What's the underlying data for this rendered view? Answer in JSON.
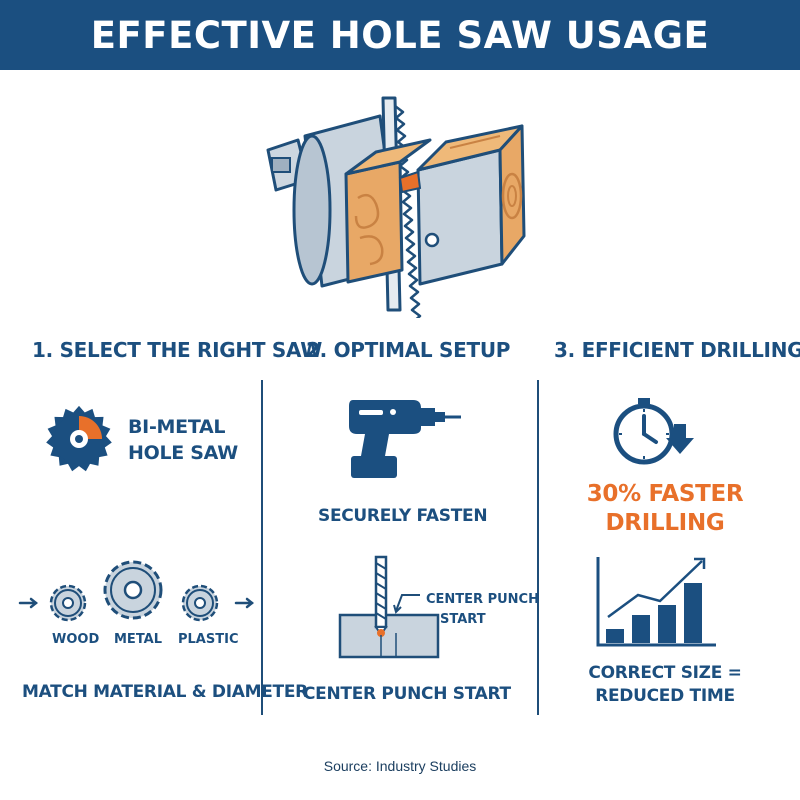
{
  "title": "EFFECTIVE HOLE SAW USAGE",
  "hero": {
    "icon": "hole-saw-cutting-wood-block-icon"
  },
  "columns": [
    {
      "heading": "1. SELECT THE RIGHT SAW",
      "feature_lines": [
        "BI-METAL",
        "HOLE SAW"
      ],
      "feature_icon": "circular-saw-blade-icon",
      "materials": [
        "WOOD",
        "METAL",
        "PLASTIC"
      ],
      "caption": "MATCH MATERIAL & DIAMETER"
    },
    {
      "heading": "2. OPTIMAL SETUP",
      "drill_icon": "cordless-drill-icon",
      "drill_caption": "SECURELY FASTEN",
      "callout_lines": [
        "CENTER PUNCH",
        "START"
      ],
      "caption": "CENTER PUNCH START"
    },
    {
      "heading": "3. EFFICIENT DRILLING",
      "clock_icon": "clock-down-arrow-icon",
      "highlight_lines": [
        "30% FASTER",
        "DRILLING"
      ],
      "chart_icon": "rising-bar-chart-icon",
      "caption_lines": [
        "CORRECT SIZE =",
        "REDUCED TIME"
      ]
    }
  ],
  "source": "Source: Industry Studies",
  "colors": {
    "primary": "#1b4f80",
    "accent": "#e8702a",
    "wood": "#e8a866",
    "steel": "#c9d4de"
  }
}
